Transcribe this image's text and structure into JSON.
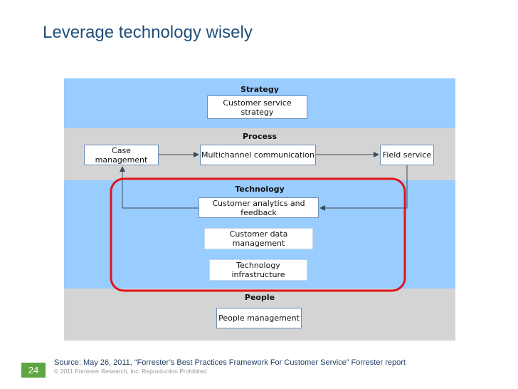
{
  "slide": {
    "title": "Leverage technology wisely",
    "source": "Source: May 26, 2011, “Forrester’s Best Practices Framework For Customer Service” Forrester report",
    "page_number": "24",
    "copyright": "© 2011 Forrester Research, Inc. Reproduction Prohibited"
  },
  "diagram": {
    "bands": {
      "strategy": "Strategy",
      "process": "Process",
      "technology": "Technology",
      "people": "People"
    },
    "boxes": {
      "customer_service_strategy": "Customer service strategy",
      "case_management": "Case management",
      "multichannel_communication": "Multichannel communication",
      "field_service": "Field service",
      "customer_analytics": "Customer analytics and feedback",
      "customer_data_management": "Customer data management",
      "technology_infrastructure": "Technology infrastructure",
      "people_management": "People management"
    },
    "colors": {
      "blue_band": "#99ccff",
      "gray_band": "#d4d4d4",
      "highlight": "#e0131b",
      "title": "#1f4e79",
      "page_badge": "#5fa543"
    }
  }
}
